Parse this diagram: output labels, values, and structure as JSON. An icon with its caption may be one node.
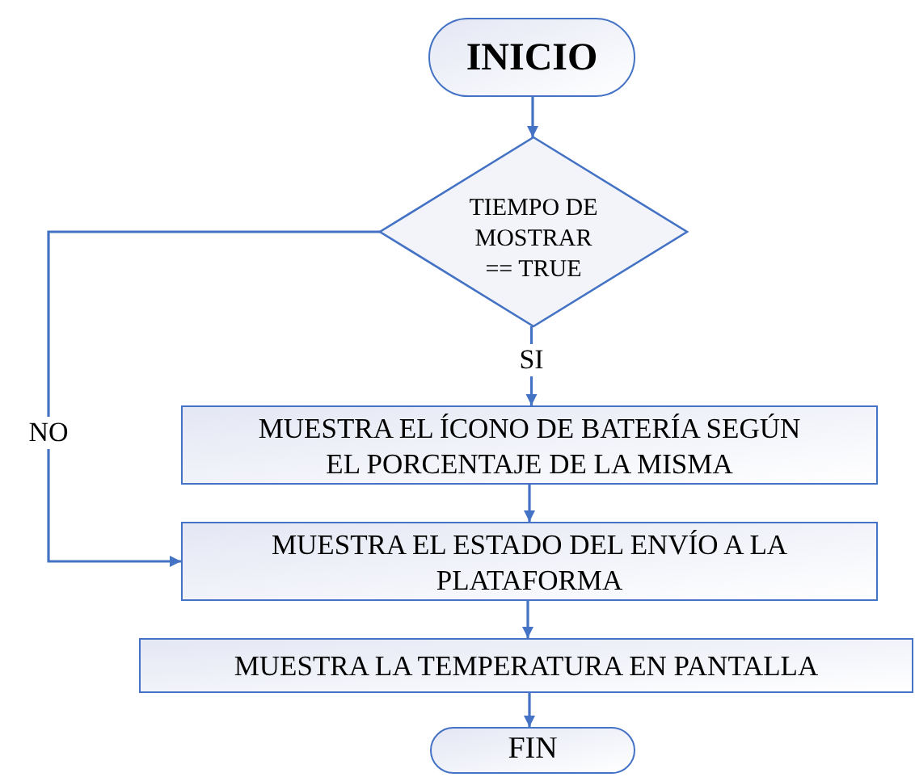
{
  "diagram": {
    "nodes": [
      {
        "text": [
          "INICIO"
        ]
      },
      {
        "text": [
          "TIEMPO DE MOSTRAR == TRUE"
        ]
      },
      {
        "text": [
          "MUESTRA EL ÍCONO DE BATERÍA SEGÚN EL PORCENTAJE DE LA MISMA"
        ]
      },
      {
        "text": [
          "MUESTRA EL ESTADO DEL ENVÍO A LA PLATAFORMA"
        ]
      },
      {
        "text": [
          "MUESTRA LA TEMPERATURA EN PANTALLA"
        ]
      },
      {
        "text": [
          "FIN"
        ]
      }
    ],
    "edges": [
      {
        "from": 0,
        "to": 1,
        "arrow": "to"
      },
      {
        "from": 1,
        "to": 2,
        "arrow": "to",
        "label": "SI"
      },
      {
        "from": 1,
        "to": 3,
        "arrow": "to",
        "label": "NO"
      },
      {
        "from": 2,
        "to": 3,
        "arrow": "to"
      },
      {
        "from": 3,
        "to": 4,
        "arrow": "to"
      },
      {
        "from": 4,
        "to": 5,
        "arrow": "to"
      }
    ]
  }
}
